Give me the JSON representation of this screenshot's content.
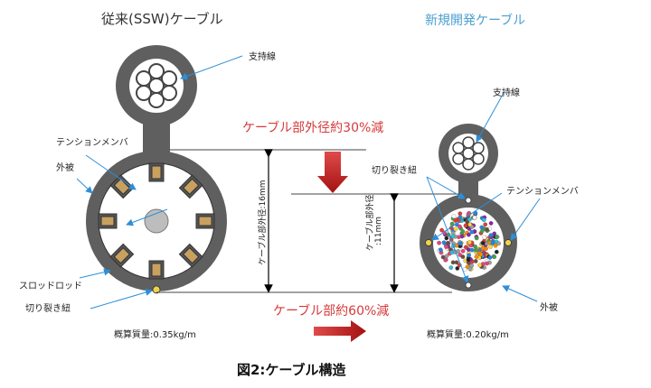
{
  "titles": {
    "old_cable": "従来(SSW)ケーブル",
    "new_cable": "新規開発ケーブル"
  },
  "reductions": {
    "diameter": "ケーブル部外径約30%減",
    "weight": "ケーブル部約60%減"
  },
  "old_labels": {
    "support_wire": "支持線",
    "tension_member": "テンションメンバ",
    "sheath": "外被",
    "slot_rod": "スロッドロッド",
    "rip_cord": "切り裂き紐",
    "diameter": "ケーブル部外径:16mm",
    "mass": "概算質量:0.35kg/m"
  },
  "new_labels": {
    "support_wire": "支持線",
    "rip_cord": "切り裂き紐",
    "tension_member": "テンションメンバ",
    "diameter_line1": "ケーブル部外径",
    "diameter_line2": ":11mm",
    "sheath": "外被",
    "mass": "概算質量:0.20kg/m"
  },
  "caption": "図2:ケーブル構造",
  "colors": {
    "sheath": "#5f5f5f",
    "core_bg": "#ffffff",
    "reduction_text": "#d63a3a",
    "arrow_red": "#c91d1d",
    "new_title": "#4a9fd1",
    "pointer": "#2e8fd8"
  }
}
